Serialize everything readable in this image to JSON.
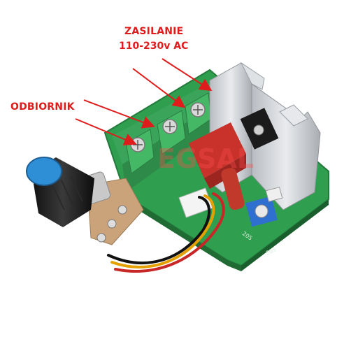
{
  "labels": {
    "supply_line1": "ZASILANIE",
    "supply_line2": "110-230v AC",
    "load": "ODBIORNIK"
  },
  "watermark": "EGSAL",
  "pcb_marks": {
    "silk1": "205",
    "silk2": "205"
  },
  "colors": {
    "label_red": "#e01b1b",
    "pcb_green": "#2f9e4e",
    "terminal_green": "#3aa55a",
    "heatsink": "#cfd2d6",
    "knob_blue": "#2f8fd6",
    "capacitor_red": "#c8322b"
  }
}
